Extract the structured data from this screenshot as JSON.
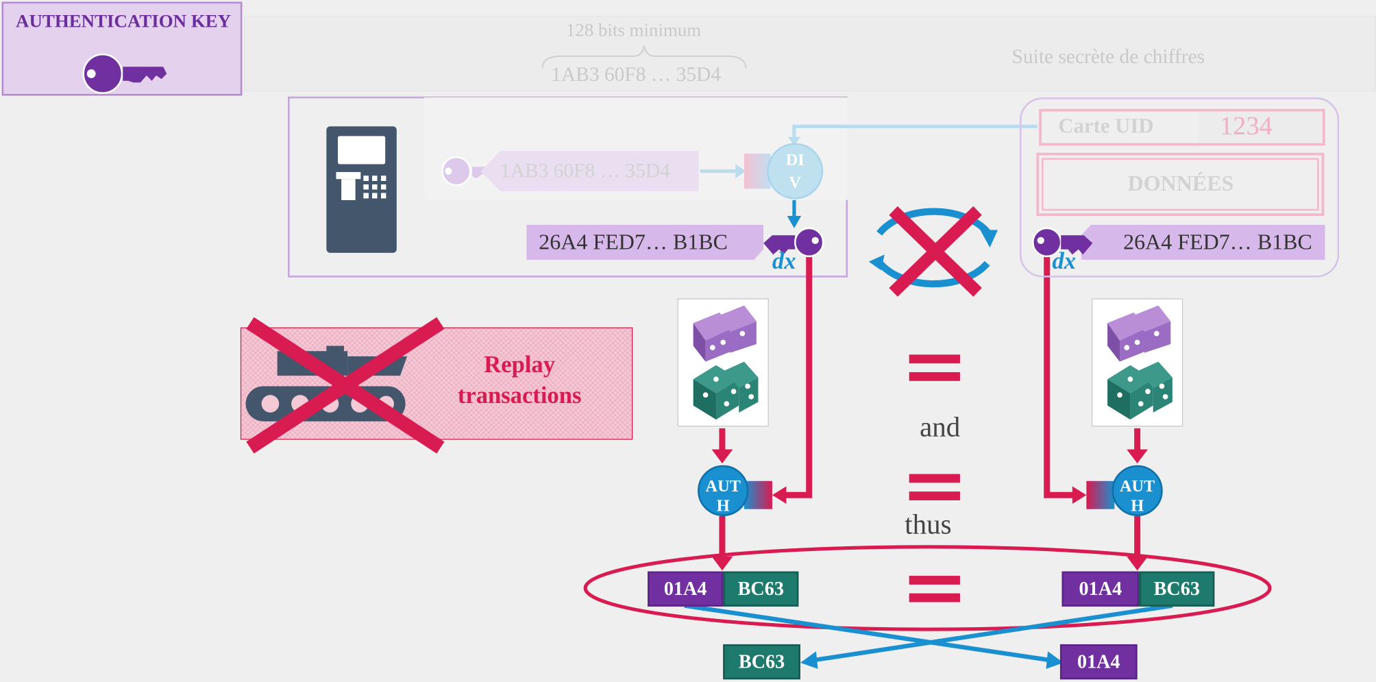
{
  "auth_key_label": "AUTHENTICATION KEY",
  "bits_caption": "128 bits minimum",
  "secret_key_value": "1AB3 60F8 … 35D4",
  "secret_sequence_label": "Suite secrète de chiffres",
  "div_label": "DIV",
  "card_uid_label": "Carte UID",
  "card_uid_value": "1234",
  "data_label": "DONNÉES",
  "derived_key_value": "26A4 FED7… B1BC",
  "derived_key_symbol": "dx",
  "replay_label": "Replay transactions",
  "and_label": "and",
  "thus_label": "thus",
  "auth_label": "AUTH",
  "token_left_a": "01A4",
  "token_left_b": "BC63",
  "token_right_a": "01A4",
  "token_right_b": "BC63",
  "swapped_b": "BC63",
  "swapped_a": "01A4",
  "colors": {
    "purple": "#7030a0",
    "light_purple": "#e3cdee",
    "crimson": "#d81b50",
    "blue": "#1a90d0",
    "teal": "#1f7a6e",
    "slate": "#44566b",
    "faded": "#c9c9c9"
  },
  "icons": [
    "key-icon",
    "atm-terminal-icon",
    "dice-icon",
    "cycle-arrows-icon",
    "conveyor-icon",
    "cross-mark-icon"
  ]
}
